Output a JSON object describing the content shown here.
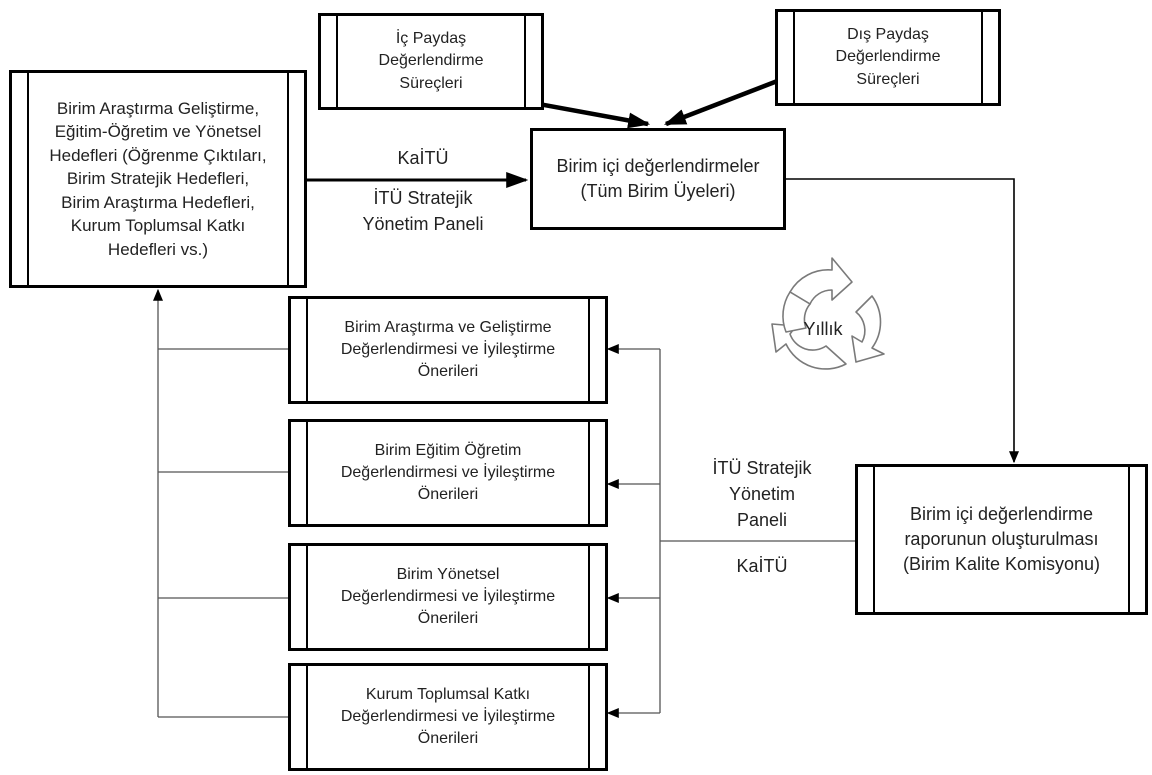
{
  "boxes": {
    "hedefler": "Birim Araştırma Geliştirme,\nEğitim-Öğretim ve Yönetsel\nHedefleri (Öğrenme Çıktıları,\nBirim Stratejik Hedefleri,\nBirim Araştırma Hedefleri,\nKurum Toplumsal Katkı\nHedefleri vs.)",
    "ic_paydas": "İç Paydaş\nDeğerlendirme\nSüreçleri",
    "dis_paydas": "Dış Paydaş\nDeğerlendirme\nSüreçleri",
    "birim_ici": "Birim içi değerlendirmeler\n(Tüm Birim Üyeleri)",
    "rapor": "Birim içi değerlendirme\nraporunun oluşturulması\n(Birim Kalite Komisyonu)",
    "arge": "Birim Araştırma ve Geliştirme\nDeğerlendirmesi ve İyileştirme\nÖnerileri",
    "egitim": "Birim Eğitim Öğretim\nDeğerlendirmesi ve İyileştirme\nÖnerileri",
    "yonetsel": "Birim Yönetsel\nDeğerlendirmesi ve İyileştirme\nÖnerileri",
    "toplumsal": "Kurum Toplumsal Katkı\nDeğerlendirmesi ve İyileştirme\nÖnerileri"
  },
  "labels": {
    "kaitu_top": "KaİTÜ",
    "itu_panel_top": "İTÜ Stratejik\nYönetim Paneli",
    "itu_panel_right": "İTÜ Stratejik\nYönetim\nPaneli",
    "kaitu_right": "KaİTÜ",
    "cycle": "Yıllık"
  },
  "colors": {
    "line": "#000000",
    "cycle_stroke": "#7a7a7a",
    "cycle_fill": "#ffffff"
  }
}
